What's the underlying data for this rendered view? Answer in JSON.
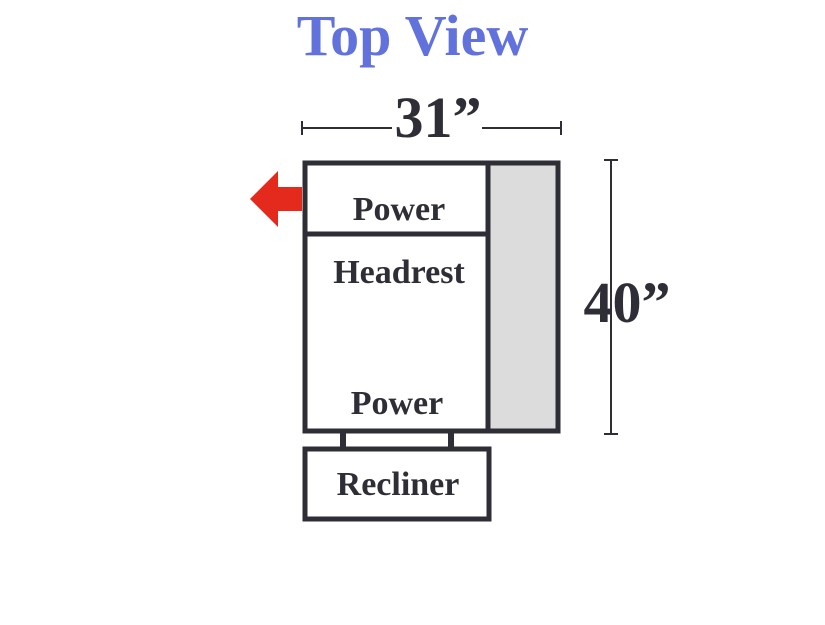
{
  "title": "Top View",
  "dimensions": {
    "width": "31”",
    "depth": "40”"
  },
  "labels": {
    "power_top": "Power",
    "headrest": "Headrest",
    "power_bottom": "Power",
    "recliner": "Recliner"
  },
  "colors": {
    "title": "#6272dc",
    "outline": "#2e2e36",
    "arm_fill": "#dcdcdc",
    "arrow": "#e4291d"
  },
  "icons": {
    "arrow": "arrow-left-icon"
  }
}
